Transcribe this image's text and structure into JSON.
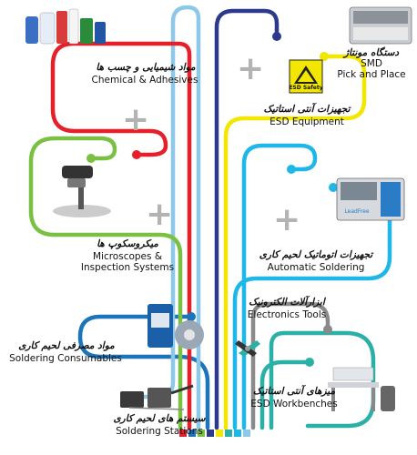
{
  "categories": [
    {
      "id": "chemical",
      "fa": "مواد شیمیایی و چسب ها",
      "en": "Chemical & Adhesives",
      "color": "#e5202a"
    },
    {
      "id": "microscopes",
      "fa": "میکروسکوپ ها",
      "en": "Microscopes &",
      "en2": "Inspection Systems",
      "color": "#7ac143"
    },
    {
      "id": "consumables",
      "fa": "مواد مصرفی لحیم کاری",
      "en": "Soldering Consumables",
      "color": "#1b75bb"
    },
    {
      "id": "stations",
      "fa": "سیستم های لحیم کاری",
      "en": "Soldering Stations",
      "color": "#8dc8e8"
    },
    {
      "id": "smd",
      "fa": "دستگاه مونتاژ",
      "en": "SMD",
      "en2": "Pick and Place",
      "color": "#2d3a8c"
    },
    {
      "id": "esd_equipment",
      "fa": "تجهیزات آنتی استاتیک",
      "en": "ESD Equipment",
      "color": "#f3e600"
    },
    {
      "id": "automatic",
      "fa": "تجهیزات اتوماتیک لحیم کاری",
      "en": "Automatic Soldering",
      "color": "#1fb6e8"
    },
    {
      "id": "tools",
      "fa": "ابزارآلات الکترونیک",
      "en": "Electronics Tools",
      "color": "#8a8a8a"
    },
    {
      "id": "workbenches",
      "fa": "میزهای آنتی استاتیک",
      "en": "ESD Workbenches",
      "color": "#2bb0a8"
    }
  ],
  "esd_badge": "ESD Safety",
  "machine_brand": "LeadFree",
  "plus_sign": "+",
  "palette": [
    "#e5202a",
    "#7ac143",
    "#1b75bb",
    "#8dc8e8",
    "#2d3a8c",
    "#f3e600",
    "#1fb6e8",
    "#8a8a8a",
    "#2bb0a8"
  ],
  "squares": [
    "#e5202a",
    "#1b75bb",
    "#7ac143",
    "#2d3a8c",
    "#f3e600",
    "#2bb0a8",
    "#1fb6e8",
    "#8dc8e8"
  ]
}
